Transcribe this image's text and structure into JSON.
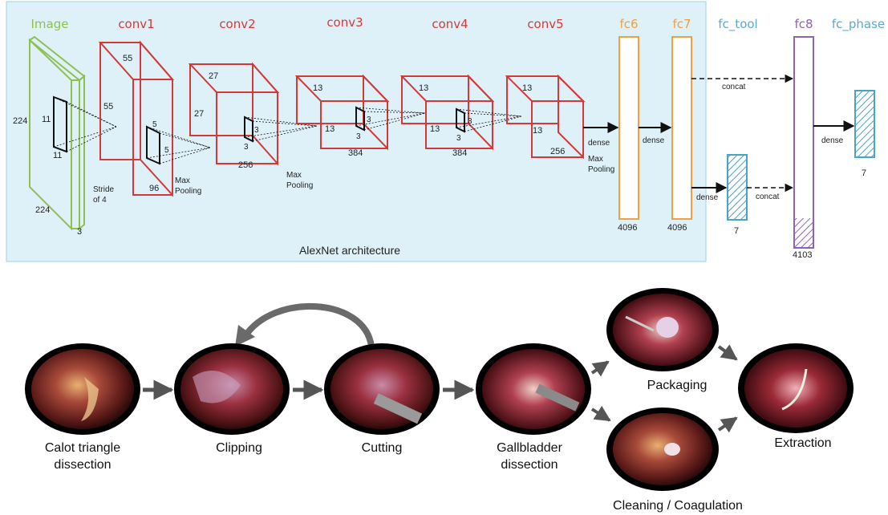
{
  "colors": {
    "panel_bg": "#dff1f8",
    "panel_border": "#9fd3e6",
    "image_green": "#8cc152",
    "conv_red": "#d23a3a",
    "fc_orange": "#f0a040",
    "fc_tool_blue": "#4ba3c3",
    "fc8_purple": "#8e63b5",
    "header_blue": "#5aa9d6"
  },
  "network": {
    "caption": "AlexNet architecture",
    "headers": {
      "image": "Image",
      "conv1": "conv1",
      "conv2": "conv2",
      "conv3": "conv3",
      "conv4": "conv4",
      "conv5": "conv5",
      "fc6": "fc6",
      "fc7": "fc7",
      "fc_tool": "fc_tool",
      "fc8": "fc8",
      "fc_phase": "fc_phase"
    },
    "image_dims": {
      "height": "224",
      "width": "224",
      "depth": "3",
      "kernel_h": "11",
      "kernel_w": "11",
      "stride_1": "Stride",
      "stride_2": "of 4"
    },
    "conv1_dims": {
      "top": "55",
      "side": "55",
      "depth": "96",
      "kernel_h": "5",
      "kernel_w": "5",
      "pool_1": "Max",
      "pool_2": "Pooling"
    },
    "conv2_dims": {
      "top": "27",
      "side": "27",
      "depth": "256",
      "kernel_h": "3",
      "kernel_w": "3",
      "pool_1": "Max",
      "pool_2": "Pooling"
    },
    "conv3_dims": {
      "top": "13",
      "side": "13",
      "depth": "384",
      "kernel_h": "3",
      "kernel_w": "3"
    },
    "conv4_dims": {
      "top": "13",
      "side": "13",
      "depth": "384",
      "kernel_h": "3",
      "kernel_w": "3"
    },
    "conv5_dims": {
      "top": "13",
      "side": "13",
      "depth": "256",
      "pool_1": "Max",
      "pool_2": "Pooling"
    },
    "fc6_size": "4096",
    "fc7_size": "4096",
    "fc_tool_size": "7",
    "fc8_size": "4103",
    "fc_phase_size": "7",
    "edge_labels": {
      "dense_fc6": "dense",
      "dense_fc7": "dense",
      "dense_tool": "dense",
      "concat_fc8_top": "concat",
      "concat_fc8_tool": "concat",
      "dense_phase": "dense"
    }
  },
  "workflow": {
    "phases": [
      {
        "id": "calot",
        "label_1": "Calot triangle",
        "label_2": "dissection"
      },
      {
        "id": "clipping",
        "label_1": "Clipping"
      },
      {
        "id": "cutting",
        "label_1": "Cutting"
      },
      {
        "id": "gallbladder",
        "label_1": "Gallbladder",
        "label_2": "dissection"
      },
      {
        "id": "packaging",
        "label_1": "Packaging"
      },
      {
        "id": "cleaning",
        "label_1": "Cleaning / Coagulation"
      },
      {
        "id": "extraction",
        "label_1": "Extraction"
      }
    ]
  }
}
